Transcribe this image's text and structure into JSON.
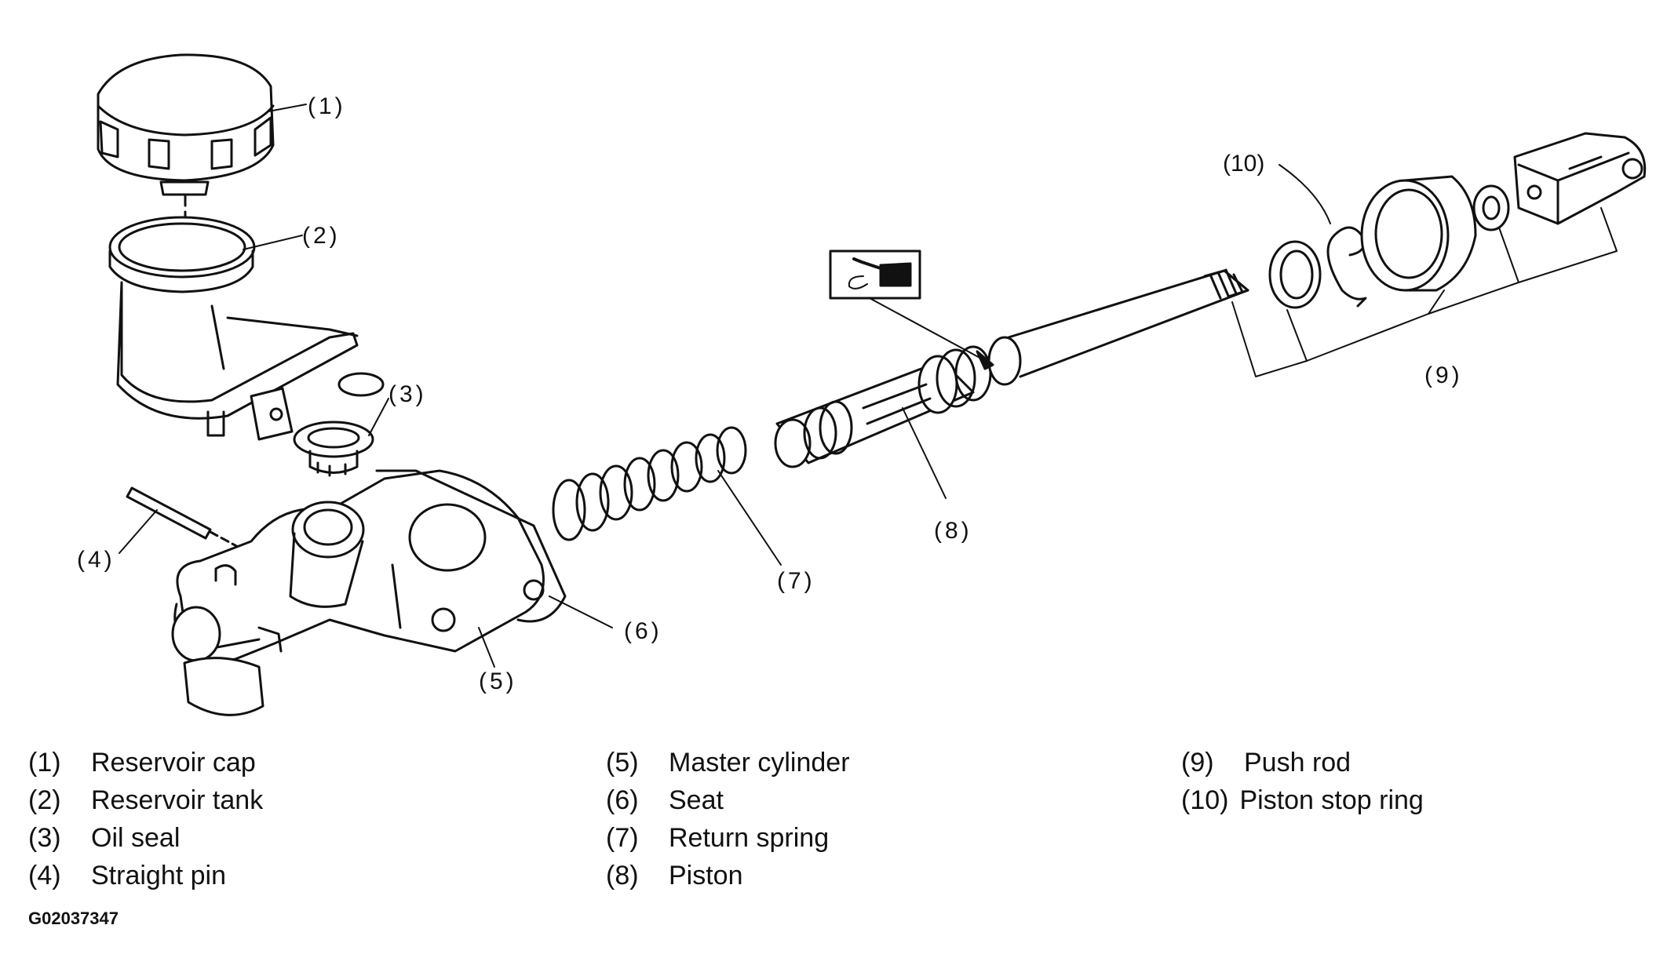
{
  "callouts": {
    "c1": "(1)",
    "c2": "(2)",
    "c3": "(3)",
    "c4": "(4)",
    "c5": "(5)",
    "c6": "(6)",
    "c7": "(7)",
    "c8": "(8)",
    "c9": "(9)",
    "c10": "(10)"
  },
  "legend": {
    "col1": [
      {
        "num": "(1)",
        "label": "Reservoir cap"
      },
      {
        "num": "(2)",
        "label": "Reservoir tank"
      },
      {
        "num": "(3)",
        "label": "Oil seal"
      },
      {
        "num": "(4)",
        "label": "Straight pin"
      }
    ],
    "col2": [
      {
        "num": "(5)",
        "label": "Master cylinder"
      },
      {
        "num": "(6)",
        "label": "Seat"
      },
      {
        "num": "(7)",
        "label": "Return spring"
      },
      {
        "num": "(8)",
        "label": "Piston"
      }
    ],
    "col3": [
      {
        "num": "(9)",
        "label": "Push rod"
      },
      {
        "num": "(10)",
        "label": "Piston stop ring"
      }
    ]
  },
  "figure_id": "G02037347",
  "icons": {
    "grease": "grease-gun-icon"
  }
}
